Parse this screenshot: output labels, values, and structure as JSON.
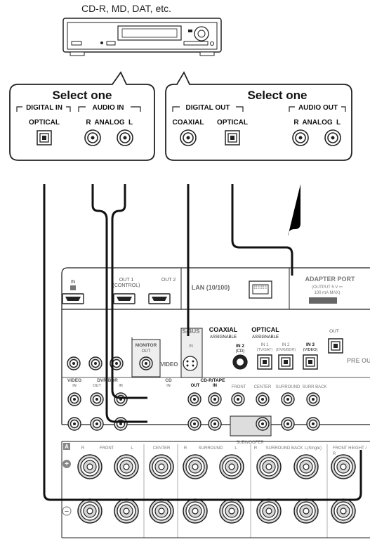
{
  "device": {
    "caption": "CD-R, MD, DAT, etc."
  },
  "left_panel": {
    "heading": "Select one",
    "digital_in": {
      "group_label": "DIGITAL IN",
      "jack_label": "OPTICAL"
    },
    "audio_in": {
      "group_label": "AUDIO IN",
      "r": "R",
      "analog": "ANALOG",
      "l": "L"
    }
  },
  "right_panel": {
    "heading": "Select one",
    "digital_out": {
      "group_label": "DIGITAL OUT",
      "coaxial": "COAXIAL",
      "optical": "OPTICAL"
    },
    "audio_out": {
      "group_label": "AUDIO OUT",
      "r": "R",
      "analog": "ANALOG",
      "l": "L"
    }
  },
  "receiver": {
    "hdmi_in": "IN",
    "out1": "OUT 1",
    "out1_sub": "(CONTROL)",
    "out2": "OUT 2",
    "lan": "LAN (10/100)",
    "adapter_port": "ADAPTER PORT",
    "adapter_sub1": "(OUTPUT 5 V ⎓",
    "adapter_sub2": "100 mA MAX)",
    "s_bus": "S-BUS",
    "s_bus_in": "IN",
    "coaxial": "COAXIAL",
    "coaxial_sub": "ASSIGNABLE",
    "coax_in2": "IN 2",
    "coax_in2_sub": "(CD)",
    "optical": "OPTICAL",
    "optical_sub": "ASSIGNABLE",
    "opt_in1": "IN 1",
    "opt_in1_sub": "(TV/SAT)",
    "opt_in2": "IN 2",
    "opt_in2_sub": "(DVR/BDR)",
    "opt_in3": "IN 3",
    "opt_in3_sub": "(VIDEO)",
    "opt_out": "OUT",
    "pre_out": "PRE OUT",
    "monitor": "MONITOR",
    "monitor_out": "OUT",
    "video": "VIDEO",
    "video_left": "VIDEO",
    "video_in": "IN",
    "dvr_bdr": "DVR/BDR",
    "dvr_out": "OUT",
    "dvr_in": "IN",
    "cd": "CD",
    "cd_in": "IN",
    "cdr_tape": "CD-R/TAPE",
    "cdr_in": "IN",
    "front": "FRONT",
    "center": "CENTER",
    "surround": "SURROUND",
    "surr_back": "SURR BACK",
    "subwoofer": "SUBWOOFER",
    "coax_out": "OUT",
    "speaker_a": "A",
    "spk_r": "R",
    "spk_l": "L",
    "spk_front": "FRONT",
    "spk_center": "CENTER",
    "spk_surround": "SURROUND",
    "spk_surround_back": "SURROUND BACK",
    "spk_lsingle": "L(Single)",
    "spk_front_height": "FRONT HEIGHT /",
    "plus": "+",
    "minus": "−"
  },
  "colors": {
    "accent_red": "#2b2b2b",
    "cable_gray": "#e8e8e8",
    "panel_gray": "#d9d9d9"
  }
}
